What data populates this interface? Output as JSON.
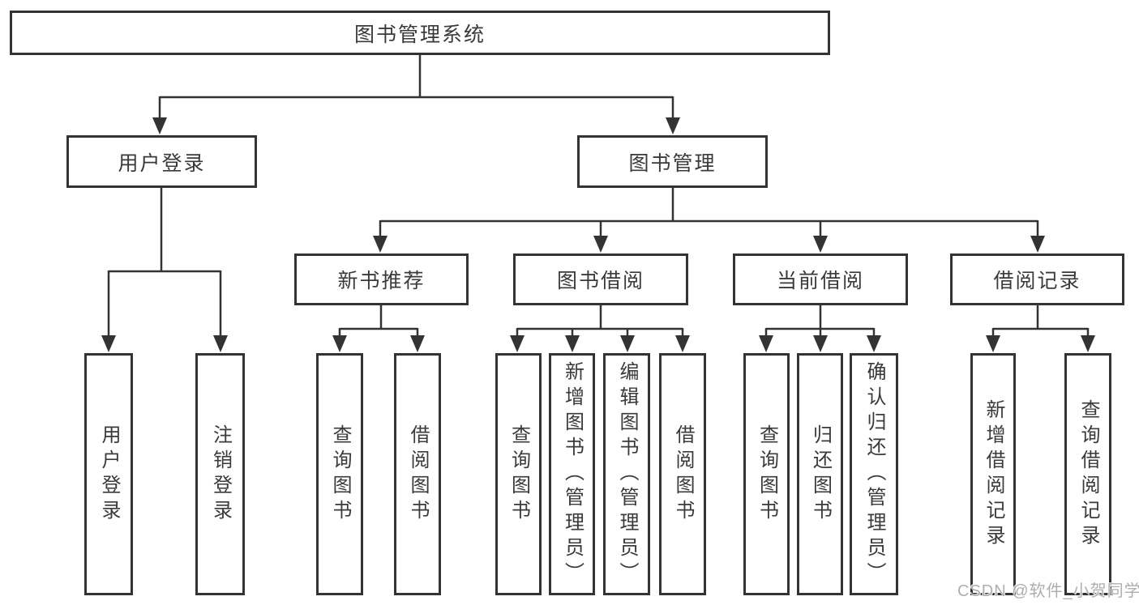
{
  "root": {
    "label": "图书管理系统"
  },
  "login_branch": {
    "label": "用户登录",
    "children": [
      {
        "label": "用户登录"
      },
      {
        "label": "注销登录"
      }
    ]
  },
  "mgmt_branch": {
    "label": "图书管理",
    "sections": [
      {
        "label": "新书推荐",
        "children": [
          {
            "label": "查询图书"
          },
          {
            "label": "借阅图书"
          }
        ]
      },
      {
        "label": "图书借阅",
        "children": [
          {
            "label": "查询图书"
          },
          {
            "label": "新增图书（管理员）"
          },
          {
            "label": "编辑图书（管理员）"
          },
          {
            "label": "借阅图书"
          }
        ]
      },
      {
        "label": "当前借阅",
        "children": [
          {
            "label": "查询图书"
          },
          {
            "label": "归还图书"
          },
          {
            "label": "确认归还（管理员）"
          }
        ]
      },
      {
        "label": "借阅记录",
        "children": [
          {
            "label": "新增借阅记录"
          },
          {
            "label": "查询借阅记录"
          }
        ]
      }
    ]
  },
  "watermark": "CSDN @软件_小贺同学",
  "colors": {
    "line": "#333333",
    "box_border": "#333333",
    "text": "#3a3a3a",
    "watermark": "#aeaeae",
    "background": "#ffffff"
  }
}
